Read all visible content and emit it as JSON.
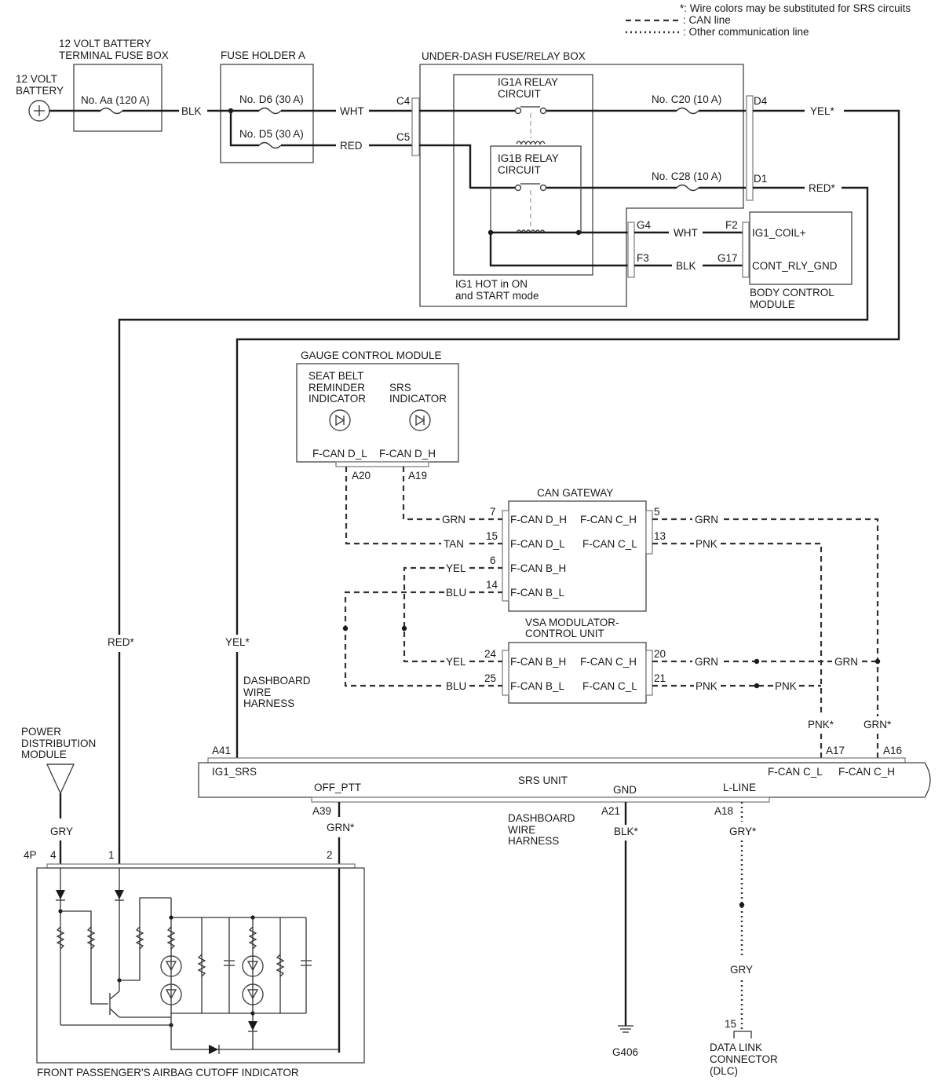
{
  "legend": {
    "star_note": "*: Wire colors may be substituted for SRS circuits",
    "can_line": ": CAN line",
    "other_line": ": Other communication line"
  },
  "battery": {
    "line1": "12 VOLT",
    "line2": "BATTERY"
  },
  "terminal_fuse_box": {
    "title1": "12 VOLT BATTERY",
    "title2": "TERMINAL FUSE BOX",
    "fuse": "No. Aa (120 A)"
  },
  "fuse_holder_a": {
    "title": "FUSE HOLDER A",
    "fuse1": "No. D6 (30 A)",
    "fuse2": "No. D5 (30 A)"
  },
  "under_dash": {
    "title": "UNDER-DASH FUSE/RELAY BOX",
    "relay_a1": "IG1A RELAY",
    "relay_a2": "CIRCUIT",
    "relay_b1": "IG1B RELAY",
    "relay_b2": "CIRCUIT",
    "fuse1": "No. C20 (10 A)",
    "fuse2": "No. C28 (10 A)",
    "ig1_hot1": "IG1 HOT in ON",
    "ig1_hot2": "and START mode"
  },
  "bcm": {
    "pin1": "IG1_COIL+",
    "pin2": "CONT_RLY_GND",
    "title1": "BODY CONTROL",
    "title2": "MODULE"
  },
  "gauge": {
    "title": "GAUGE CONTROL MODULE",
    "seatbelt1": "SEAT BELT",
    "seatbelt2": "REMINDER",
    "seatbelt3": "INDICATOR",
    "srs1": "SRS",
    "srs2": "INDICATOR",
    "pin_l": "F-CAN D_L",
    "pin_h": "F-CAN D_H"
  },
  "gateway": {
    "title": "CAN GATEWAY",
    "left_pins": [
      "F-CAN D_H",
      "F-CAN D_L",
      "F-CAN B_H",
      "F-CAN B_L"
    ],
    "right_pins": [
      "F-CAN C_H",
      "F-CAN C_L"
    ]
  },
  "vsa": {
    "title1": "VSA MODULATOR-",
    "title2": "CONTROL UNIT",
    "left_pins": [
      "F-CAN B_H",
      "F-CAN B_L"
    ],
    "right_pins": [
      "F-CAN C_H",
      "F-CAN C_L"
    ]
  },
  "srs_unit": {
    "title": "SRS UNIT",
    "ig1": "IG1_SRS",
    "off_ptt": "OFF_PTT",
    "gnd": "GND",
    "lline": "L-LINE",
    "fcan_cl": "F-CAN C_L",
    "fcan_ch": "F-CAN C_H"
  },
  "pdm": {
    "line1": "POWER",
    "line2": "DISTRIBUTION",
    "line3": "MODULE"
  },
  "airbag_indicator": {
    "title": "FRONT PASSENGER'S AIRBAG CUTOFF INDICATOR",
    "connector": "4P"
  },
  "dlc": {
    "line1": "DATA LINK",
    "line2": "CONNECTOR",
    "line3": "(DLC)"
  },
  "harness": {
    "line1": "DASHBOARD",
    "line2": "WIRE",
    "line3": "HARNESS"
  },
  "ground": "G406",
  "connectors": {
    "c4": "C4",
    "c5": "C5",
    "d4": "D4",
    "d1": "D1",
    "g4": "G4",
    "f3": "F3",
    "f2": "F2",
    "g17": "G17",
    "a20": "A20",
    "a19": "A19",
    "a41": "A41",
    "a39": "A39",
    "a21": "A21",
    "a18": "A18",
    "a17": "A17",
    "a16": "A16"
  },
  "pins": {
    "gw_7": "7",
    "gw_15": "15",
    "gw_6": "6",
    "gw_14": "14",
    "gw_5": "5",
    "gw_13": "13",
    "vsa_24": "24",
    "vsa_25": "25",
    "vsa_20": "20",
    "vsa_21": "21",
    "ind_4": "4",
    "ind_1": "1",
    "ind_2": "2",
    "dlc_15": "15"
  },
  "wires": {
    "blk": "BLK",
    "wht": "WHT",
    "red": "RED",
    "yel_star": "YEL*",
    "red_star": "RED*",
    "wht_bcm": "WHT",
    "blk_bcm": "BLK",
    "gw_grn_l": "GRN",
    "gw_tan": "TAN",
    "gw_yel": "YEL",
    "gw_blu": "BLU",
    "gw_grn_r": "GRN",
    "gw_pnk_r": "PNK",
    "vsa_yel": "YEL",
    "vsa_blu": "BLU",
    "vsa_grn": "GRN",
    "vsa_pnk": "PNK",
    "grn_far": "GRN",
    "pnk_far": "PNK",
    "pnk_star": "PNK*",
    "grn_star": "GRN*",
    "red_star_vert": "RED*",
    "yel_star_vert": "YEL*",
    "gry_pdm": "GRY",
    "grn_star_offptt": "GRN*",
    "blk_star": "BLK*",
    "gry_star": "GRY*",
    "gry_dlc": "GRY"
  }
}
